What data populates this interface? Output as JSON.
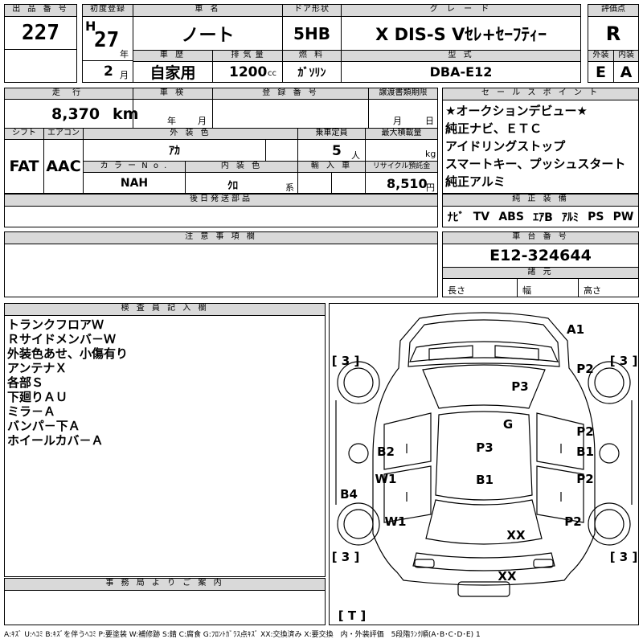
{
  "header": {
    "lot_no_label": "出 品 番 号",
    "lot_no": "227",
    "first_reg_label": "初度登録",
    "first_reg_era": "H",
    "first_reg_year": "27",
    "year_unit": "年",
    "first_reg_month": "2",
    "month_unit": "月",
    "car_name_label": "車 名",
    "car_name": "ノート",
    "history_label": "車 歴",
    "history": "自家用",
    "displacement_label": "排 気 量",
    "displacement": "1200",
    "displacement_unit": "cc",
    "door_label": "ドア形状",
    "door": "5HB",
    "fuel_label": "燃 料",
    "fuel": "ｶﾞｿﾘﾝ",
    "grade_label": "グ レ ー ド",
    "grade": "X DIS-S Vｾﾚ+ｾｰﾌﾃｨｰ",
    "model_label": "型 式",
    "model": "DBA-E12",
    "score_label": "評価点",
    "score": "R",
    "ext_label": "外装",
    "ext": "E",
    "int_label": "内装",
    "int": "A"
  },
  "row2": {
    "mileage_label": "走 行",
    "mileage": "8,370",
    "mileage_unit": "km",
    "inspection_label": "車 検",
    "insp_year": "年",
    "insp_month": "月",
    "reg_no_label": "登 録 番 号",
    "transfer_label": "譲渡書類期限",
    "transfer_month": "月",
    "transfer_day": "日"
  },
  "row3": {
    "shift_label": "シフト",
    "shift": "FAT",
    "ac_label": "エアコン",
    "ac": "AAC",
    "color_label": "外 装 色",
    "color": "ｱｶ",
    "capacity_label": "乗車定員",
    "capacity": "5",
    "capacity_unit": "人",
    "load_label": "最大積載量",
    "load_unit": "kg",
    "color_no_label": "カ ラ ー N o .",
    "color_no": "NAH",
    "int_color_label": "内 装 色",
    "int_color": "ｸﾛ",
    "int_color_unit": "系",
    "import_label": "輸 入 車",
    "recycle_label": "リサイクル預託金",
    "recycle": "8,510",
    "recycle_unit": "円"
  },
  "later_parts_label": "後日発送部品",
  "sales": {
    "label": "セ ー ル ス ポ イ ン ト",
    "points": [
      "★オークションデビュー★",
      "純正ナビ、ＥＴＣ",
      "アイドリングストップ",
      "スマートキー、プッシュスタート",
      "純正アルミ"
    ]
  },
  "equipment": {
    "label": "純 正 装 備",
    "items": [
      "ﾅﾋﾞ",
      "TV",
      "ABS",
      "ｴｱB",
      "ｱﾙﾐ",
      "PS",
      "PW"
    ]
  },
  "notes_label": "注 意 事 項 欄",
  "chassis": {
    "label": "車 台 番 号",
    "number": "E12-324644",
    "dims_label": "諸 元",
    "length_label": "長さ",
    "width_label": "幅",
    "height_label": "高さ"
  },
  "inspector": {
    "label": "検 査 員 記 入 欄",
    "lines": [
      "トランクフロアＷ",
      "Ｒサイドメンバ－Ｗ",
      "外装色あせ、小傷有り",
      "アンテナＸ",
      "各部Ｓ",
      "下廻りＡＵ",
      "ミラ－Ａ",
      "バンパ－下Ａ",
      "ホイールカバ－Ａ"
    ]
  },
  "office_label": "事 務 局 よ り ご 案 内",
  "diagram": {
    "marks": {
      "a1": "A1",
      "p2_fr": "P2",
      "p3_hood": "P3",
      "g": "G",
      "p2_rd1": "P2",
      "b1_rd1": "B1",
      "p3_roof": "P3",
      "b2": "B2",
      "w1_ld1": "W1",
      "b1_roof": "B1",
      "p2_rd2": "P2",
      "b4": "B4",
      "w1_ld2": "W1",
      "p2_rr": "P2",
      "xx_trunk": "XX",
      "xx_bumper": "XX"
    },
    "tires": {
      "fl": "[ 3 ]",
      "fr": "[ 3 ]",
      "rl": "[ 3 ]",
      "rr": "[ 3 ]",
      "spare": "[ T ]"
    }
  },
  "legend": "A:ｷｽﾞ U:ﾍｺﾐ B:ｷｽﾞを伴うﾍｺﾐ P:要塗装 W:補修跡 S:錆 C:腐食 G:ﾌﾛﾝﾄｶﾞﾗｽ点ｷｽﾞ XX:交換済み X:要交換　内・外装評価　5段階ﾗﾝｸ順(A･B･C･D･E) 1"
}
